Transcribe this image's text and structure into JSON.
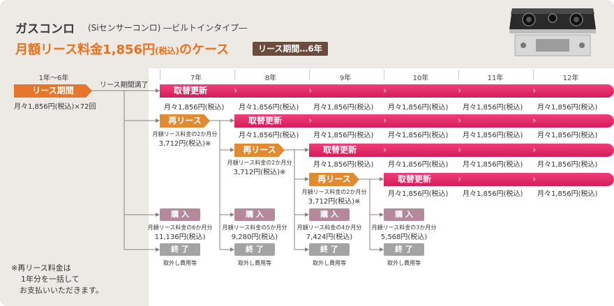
{
  "header": {
    "title": "ガスコンロ",
    "title_sub": "(Siセンサーコンロ) ―ビルトインタイプ―",
    "subtitle_prefix": "月額リース料金1,856円",
    "subtitle_tax": "(税込)",
    "subtitle_suffix": "のケース",
    "badge": "リース期間…6年"
  },
  "years": {
    "first": "1年〜6年",
    "y7": "7年",
    "y8": "8年",
    "y9": "9年",
    "y10": "10年",
    "y11": "11年",
    "y12": "12年"
  },
  "lease": {
    "label": "リース期間",
    "price": "月々1,856円(税込)×72回",
    "end_label": "リース期間満了"
  },
  "labels": {
    "renew": "取替更新",
    "release": "再リース",
    "buy": "購 入",
    "end": "終 了",
    "monthly": "月々1,856円(税込)",
    "removal": "取外し費用等",
    "mark": "※"
  },
  "relase_prices": {
    "line1": "月額リース料金の2か月分",
    "line2": "3,712円(税込)※"
  },
  "buy_prices": [
    {
      "line1": "月額リース料金の6か月分",
      "line2": "11,136円(税込)"
    },
    {
      "line1": "月額リース料金の5か月分",
      "line2": "9,280円(税込)"
    },
    {
      "line1": "月額リース料金の4か月分",
      "line2": "7,424円(税込)"
    },
    {
      "line1": "月額リース料金の3か月分",
      "line2": "5,568円(税込)"
    }
  ],
  "footnote": {
    "line1": "※再リース料金は",
    "line2": "1年分を一括して",
    "line3": "お支払いいただきます。"
  },
  "colors": {
    "background": "#ede9e4",
    "lease": "#e5762b",
    "renew": "#e02a66",
    "relase": "#e08a32",
    "buy": "#b48a9a",
    "end": "#a3a3a3",
    "subtitle": "#e8711b",
    "badge": "#6b4b3e"
  }
}
